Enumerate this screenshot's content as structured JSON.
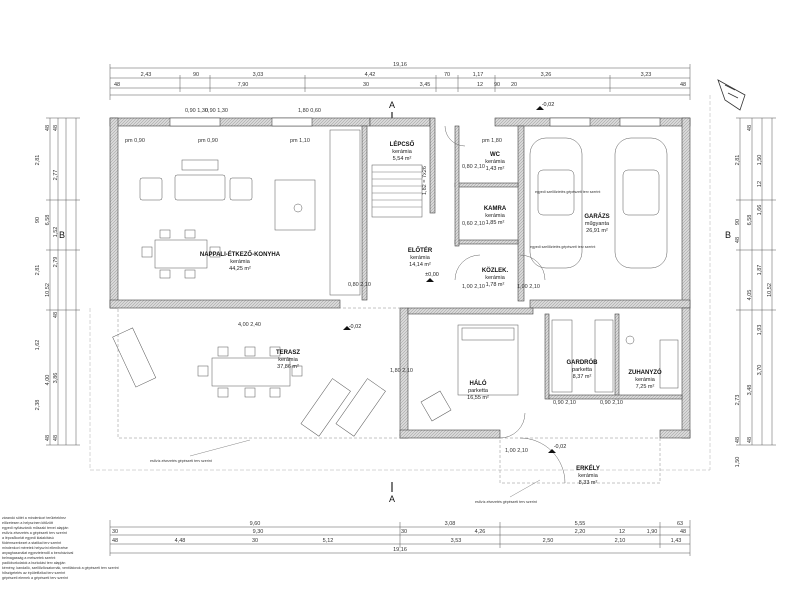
{
  "dims": {
    "top_overall": "19,16",
    "top_row2": [
      "2,43",
      "90",
      "3,03",
      "4,42",
      "70",
      "1,17",
      "3,26",
      "3,23"
    ],
    "top_row3": [
      "48",
      "7,90",
      "30",
      "3,45",
      "12",
      "90",
      "20",
      "48"
    ],
    "bottom_row1": [
      "9,60",
      "3,08",
      "5,55",
      "63"
    ],
    "bottom_row2": [
      "30",
      "9,30",
      "30",
      "4,26",
      "2,20",
      "12",
      "1,90",
      "48"
    ],
    "bottom_row3": [
      "48",
      "4,48",
      "30",
      "5,12",
      "3,53",
      "2,50",
      "2,10",
      "1,43"
    ],
    "bottom_overall": "19,16",
    "left": [
      "48",
      "48",
      "2,81",
      "2,77",
      "90",
      "6,58",
      "1,52",
      "2,79",
      "10,52",
      "2,81",
      "48",
      "1,62",
      "4,00",
      "2,38",
      "3,86",
      "48",
      "48"
    ],
    "right": [
      "48",
      "2,81",
      "1,50",
      "12",
      "1,66",
      "10,52",
      "6,58",
      "48",
      "1,87",
      "90",
      "3,70",
      "2,73",
      "3,48",
      "1,93",
      "4,05",
      "48",
      "48",
      "1,50"
    ]
  },
  "rooms": {
    "nappali": {
      "name": "NAPPALI-ÉTKEZŐ-KONYHA",
      "floor": "kerámia",
      "area": "44,25 m²"
    },
    "lepcso": {
      "name": "LÉPCSŐ",
      "floor": "kerámia",
      "area": "5,54 m²"
    },
    "wc": {
      "name": "WC",
      "floor": "kerámia",
      "area": "1,43 m²"
    },
    "kamra": {
      "name": "KAMRA",
      "floor": "kerámia",
      "area": "1,85 m²"
    },
    "eloter": {
      "name": "ELŐTÉR",
      "floor": "kerámia",
      "area": "14,14 m²"
    },
    "kozlek": {
      "name": "KÖZLEK.",
      "floor": "kerámia",
      "area": "1,78 m²"
    },
    "garazs": {
      "name": "GARÁZS",
      "floor": "műgyanta",
      "area": "26,91 m²"
    },
    "terasz": {
      "name": "TERASZ",
      "floor": "kerámia",
      "area": "37,86 m²"
    },
    "halo": {
      "name": "HÁLÓ",
      "floor": "parketta",
      "area": "16,55 m²"
    },
    "gardrob": {
      "name": "GARDRÓB",
      "floor": "parketta",
      "area": "8,37 m²"
    },
    "zuhanyzo": {
      "name": "ZUHANYZÓ",
      "floor": "kerámia",
      "area": "7,25 m²"
    },
    "erkely": {
      "name": "ERKÉLY",
      "floor": "kerámia",
      "area": "8,33 m²"
    }
  },
  "levels": {
    "eloter": "±0,00",
    "garazs": "-0,02",
    "terasz": "-0,02",
    "erkely": "-0,02"
  },
  "section_marks": {
    "a_top": "A",
    "a_bottom": "A",
    "b_left": "B",
    "b_right": "B"
  },
  "notes": {
    "garage_vent": "egyedi szellőztetés gépészeti terv szerint",
    "kamra_vent": "egyedi szellőztetés gépészeti terv szerint",
    "terasz_drain": "esővíz-elvezetés gépészeti terv szerint",
    "erkely_drain": "esővíz-elvezetés gépészeti terv szerint",
    "legend_lines": [
      "zárandó sötét a mindenkori területekhez",
      "előzetesen a helyszínen kitűzött",
      "egyedi nyílászárók műszaki tervei alapján",
      "esővíz-elvezetés a gépészeti terv szerint",
      "a lépcsőkorlát egyedi kialakítású",
      "födémszerkezet a statikai terv szerint",
      "mindenkori méretek helyszíni ellenőrzése",
      "anyaghasználat egyeztetendő a beruházóval",
      "belmagasság a metszetek szerint",
      "padlóburkolatok a burkolási terv alapján",
      "kémény, kandalló, szellőzőcsatornák, ventilátorok a gépészeti terv szerint",
      "hőszigetelés az épületfizikai terv szerint",
      "gépészeti elemek a gépészeti terv szerint"
    ]
  },
  "openings": {
    "n1": "0,90 1,30",
    "n2": "0,90 1,30",
    "n3": "1,80 0,60",
    "pm1": "pm 0,90",
    "pm2": "pm 0,90",
    "pm3": "pm 1,10",
    "wc_door": "pm 1,80",
    "d1": "0,80 2,10",
    "d2": "0,60 2,10",
    "d3": "1,00 2,10",
    "d4": "1,00 2,10",
    "d5": "0,90 2,10",
    "d6": "0,90 2,10",
    "d7": "0,80 2,10",
    "d8": "1,00 2,10",
    "ter_door": "4,00 2,40",
    "halo_win": "1,80 2,10"
  },
  "stair_label": "1,82 = 7x26"
}
